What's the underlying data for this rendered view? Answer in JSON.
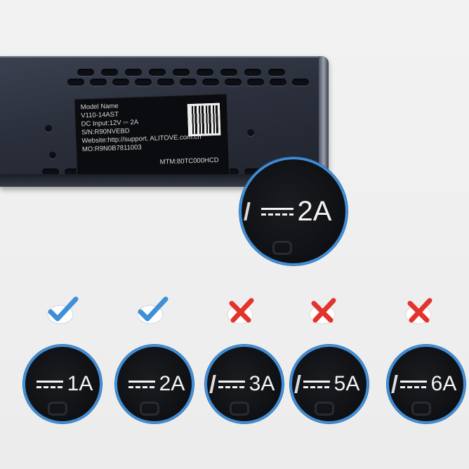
{
  "label": {
    "lines": [
      "Model Name",
      "V110-14AST",
      "DC Input:12V ⎓ 2A",
      "S/N:R90NVEBD",
      "Website:http://support. ALITOVE.com.cn",
      "MO:R9N0B7811003"
    ],
    "mtm": "MTM:80TC000HCD"
  },
  "zoom": {
    "value": "2A"
  },
  "options": [
    {
      "value": "1A",
      "status": "check-icon"
    },
    {
      "value": "2A",
      "status": "check-icon"
    },
    {
      "value": "3A",
      "status": "cross-icon"
    },
    {
      "value": "5A",
      "status": "cross-icon"
    },
    {
      "value": "6A",
      "status": "cross-icon"
    }
  ],
  "colors": {
    "check": "#3f8fd8",
    "cross": "#e2342c",
    "ring": "#3f8fd8"
  }
}
